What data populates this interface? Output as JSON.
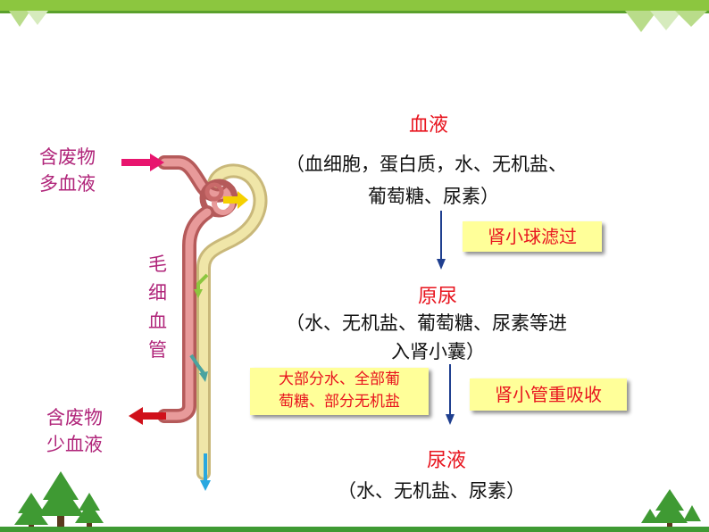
{
  "left_labels": {
    "input_blood_line1": "含废物",
    "input_blood_line2": "多血液",
    "capillary_chars": [
      "毛",
      "细",
      "血",
      "管"
    ],
    "output_blood_line1": "含废物",
    "output_blood_line2": "少血液"
  },
  "flow": {
    "blood": {
      "title": "血液",
      "desc_line1": "（血细胞，蛋白质，水、无机盐、",
      "desc_line2": "葡萄糖、尿素）"
    },
    "step1_label": "肾小球滤过",
    "primary_urine": {
      "title": "原尿",
      "desc_line1": "（水、无机盐、葡萄糖、尿素等进",
      "desc_line2": "入肾小囊）"
    },
    "reabsorbed": {
      "line1": "大部分水、全部葡",
      "line2": "萄糖、部分无机盐"
    },
    "step2_label": "肾小管重吸收",
    "urine": {
      "title": "尿液",
      "desc_line1": "（水、无机盐、尿素）"
    }
  },
  "colors": {
    "accent_red": "#e8141e",
    "label_purple": "#b0257a",
    "highlight_yellow": "#ffff99",
    "arrow_blue": "#1f3f8f",
    "pink_arrow": "#e8156e",
    "frame_green": "#8cc63f"
  }
}
